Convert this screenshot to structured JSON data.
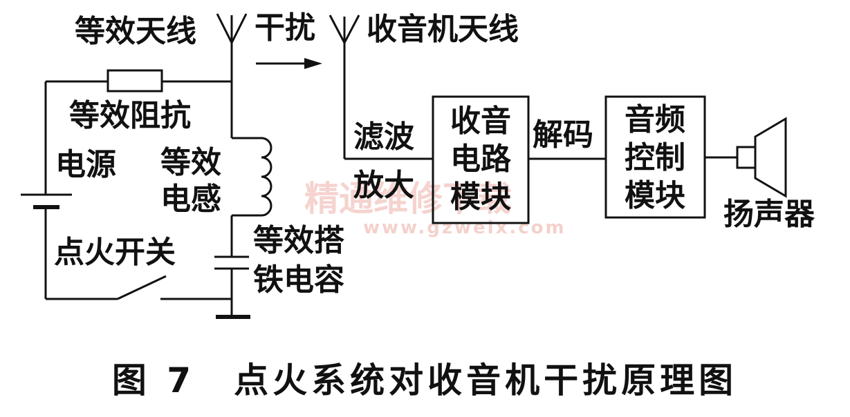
{
  "labels": {
    "equiv_antenna": "等效天线",
    "interference": "干扰",
    "radio_antenna": "收音机天线",
    "equiv_resistance": "等效阻抗",
    "power_source": "电源",
    "equiv_inductance_1": "等效",
    "equiv_inductance_2": "电感",
    "ignition_switch": "点火开关",
    "equiv_capacitance_1": "等效搭",
    "equiv_capacitance_2": "铁电容",
    "filter_amp_1": "滤波",
    "filter_amp_2": "放大",
    "decode": "解码",
    "speaker": "扬声器"
  },
  "blocks": {
    "radio_circuit": [
      "收音",
      "电路",
      "模块"
    ],
    "audio_control": [
      "音频",
      "控制",
      "模块"
    ]
  },
  "caption": "图 7　点火系统对收音机干扰原理图",
  "watermark": {
    "text": "精通维修下载",
    "url": "www.gzweix.com"
  },
  "colors": {
    "ink": "#111111",
    "watermark": "#f3c9c4"
  }
}
